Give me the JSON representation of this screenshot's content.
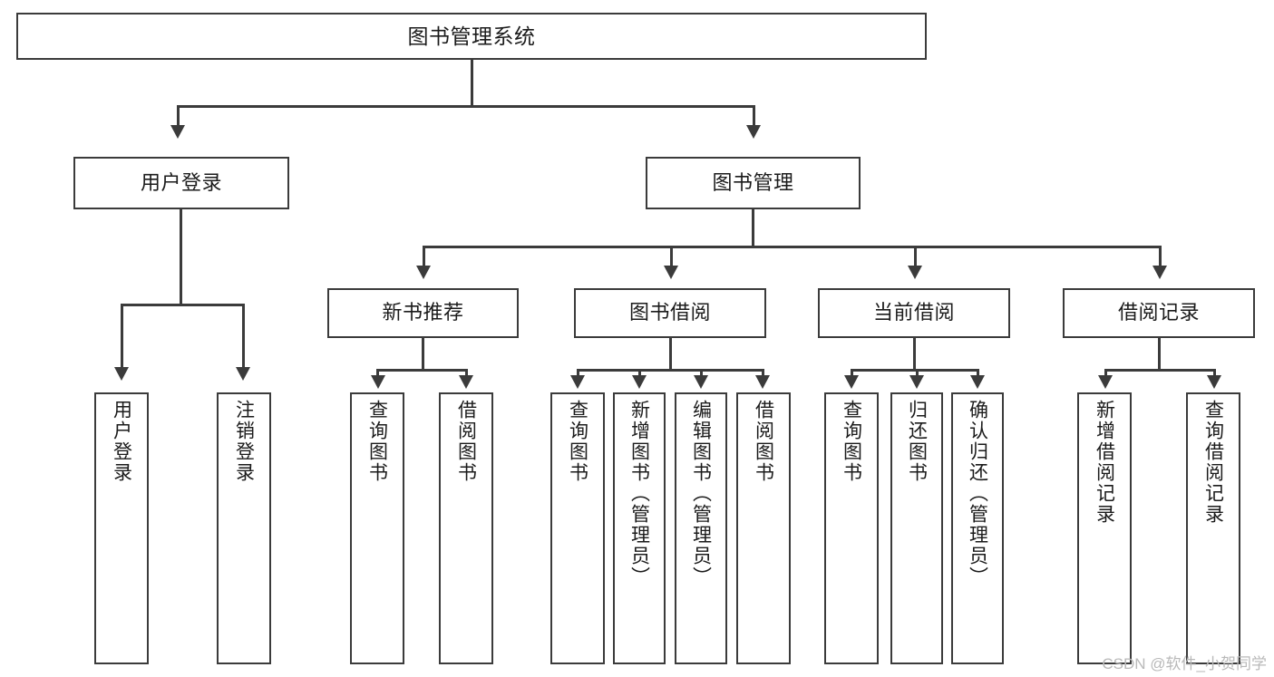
{
  "diagram": {
    "title": "图书管理系统",
    "type": "hierarchy-tree",
    "levels": 4,
    "root": {
      "id": "root",
      "label": "图书管理系统"
    },
    "level2": [
      {
        "id": "user-login",
        "label": "用户登录"
      },
      {
        "id": "book-manage",
        "label": "图书管理"
      }
    ],
    "level3": [
      {
        "id": "new-book-rec",
        "label": "新书推荐",
        "parent": "book-manage"
      },
      {
        "id": "book-borrow",
        "label": "图书借阅",
        "parent": "book-manage"
      },
      {
        "id": "current-borrow",
        "label": "当前借阅",
        "parent": "book-manage"
      },
      {
        "id": "borrow-record",
        "label": "借阅记录",
        "parent": "book-manage"
      }
    ],
    "leaves": [
      {
        "id": "leaf-user-login",
        "label": "用户登录",
        "parent": "user-login"
      },
      {
        "id": "leaf-logout",
        "label": "注销登录",
        "parent": "user-login"
      },
      {
        "id": "leaf-query-book-1",
        "label": "查询图书",
        "parent": "new-book-rec"
      },
      {
        "id": "leaf-borrow-book-1",
        "label": "借阅图书",
        "parent": "new-book-rec"
      },
      {
        "id": "leaf-query-book-2",
        "label": "查询图书",
        "parent": "book-borrow"
      },
      {
        "id": "leaf-add-book",
        "label": "新增图书（管理员）",
        "parent": "book-borrow"
      },
      {
        "id": "leaf-edit-book",
        "label": "编辑图书（管理员）",
        "parent": "book-borrow"
      },
      {
        "id": "leaf-borrow-book-2",
        "label": "借阅图书",
        "parent": "book-borrow"
      },
      {
        "id": "leaf-query-book-3",
        "label": "查询图书",
        "parent": "current-borrow"
      },
      {
        "id": "leaf-return-book",
        "label": "归还图书",
        "parent": "current-borrow"
      },
      {
        "id": "leaf-confirm-return",
        "label": "确认归还（管理员）",
        "parent": "current-borrow"
      },
      {
        "id": "leaf-add-record",
        "label": "新增借阅记录",
        "parent": "borrow-record"
      },
      {
        "id": "leaf-query-record",
        "label": "查询借阅记录",
        "parent": "borrow-record"
      }
    ],
    "colors": {
      "stroke": "#3b3b3b",
      "fill": "#ffffff",
      "text": "#1b1b1b",
      "watermark": "#b9b9b9"
    }
  },
  "watermark": {
    "text": "CSDN @软件_小贺同学"
  }
}
